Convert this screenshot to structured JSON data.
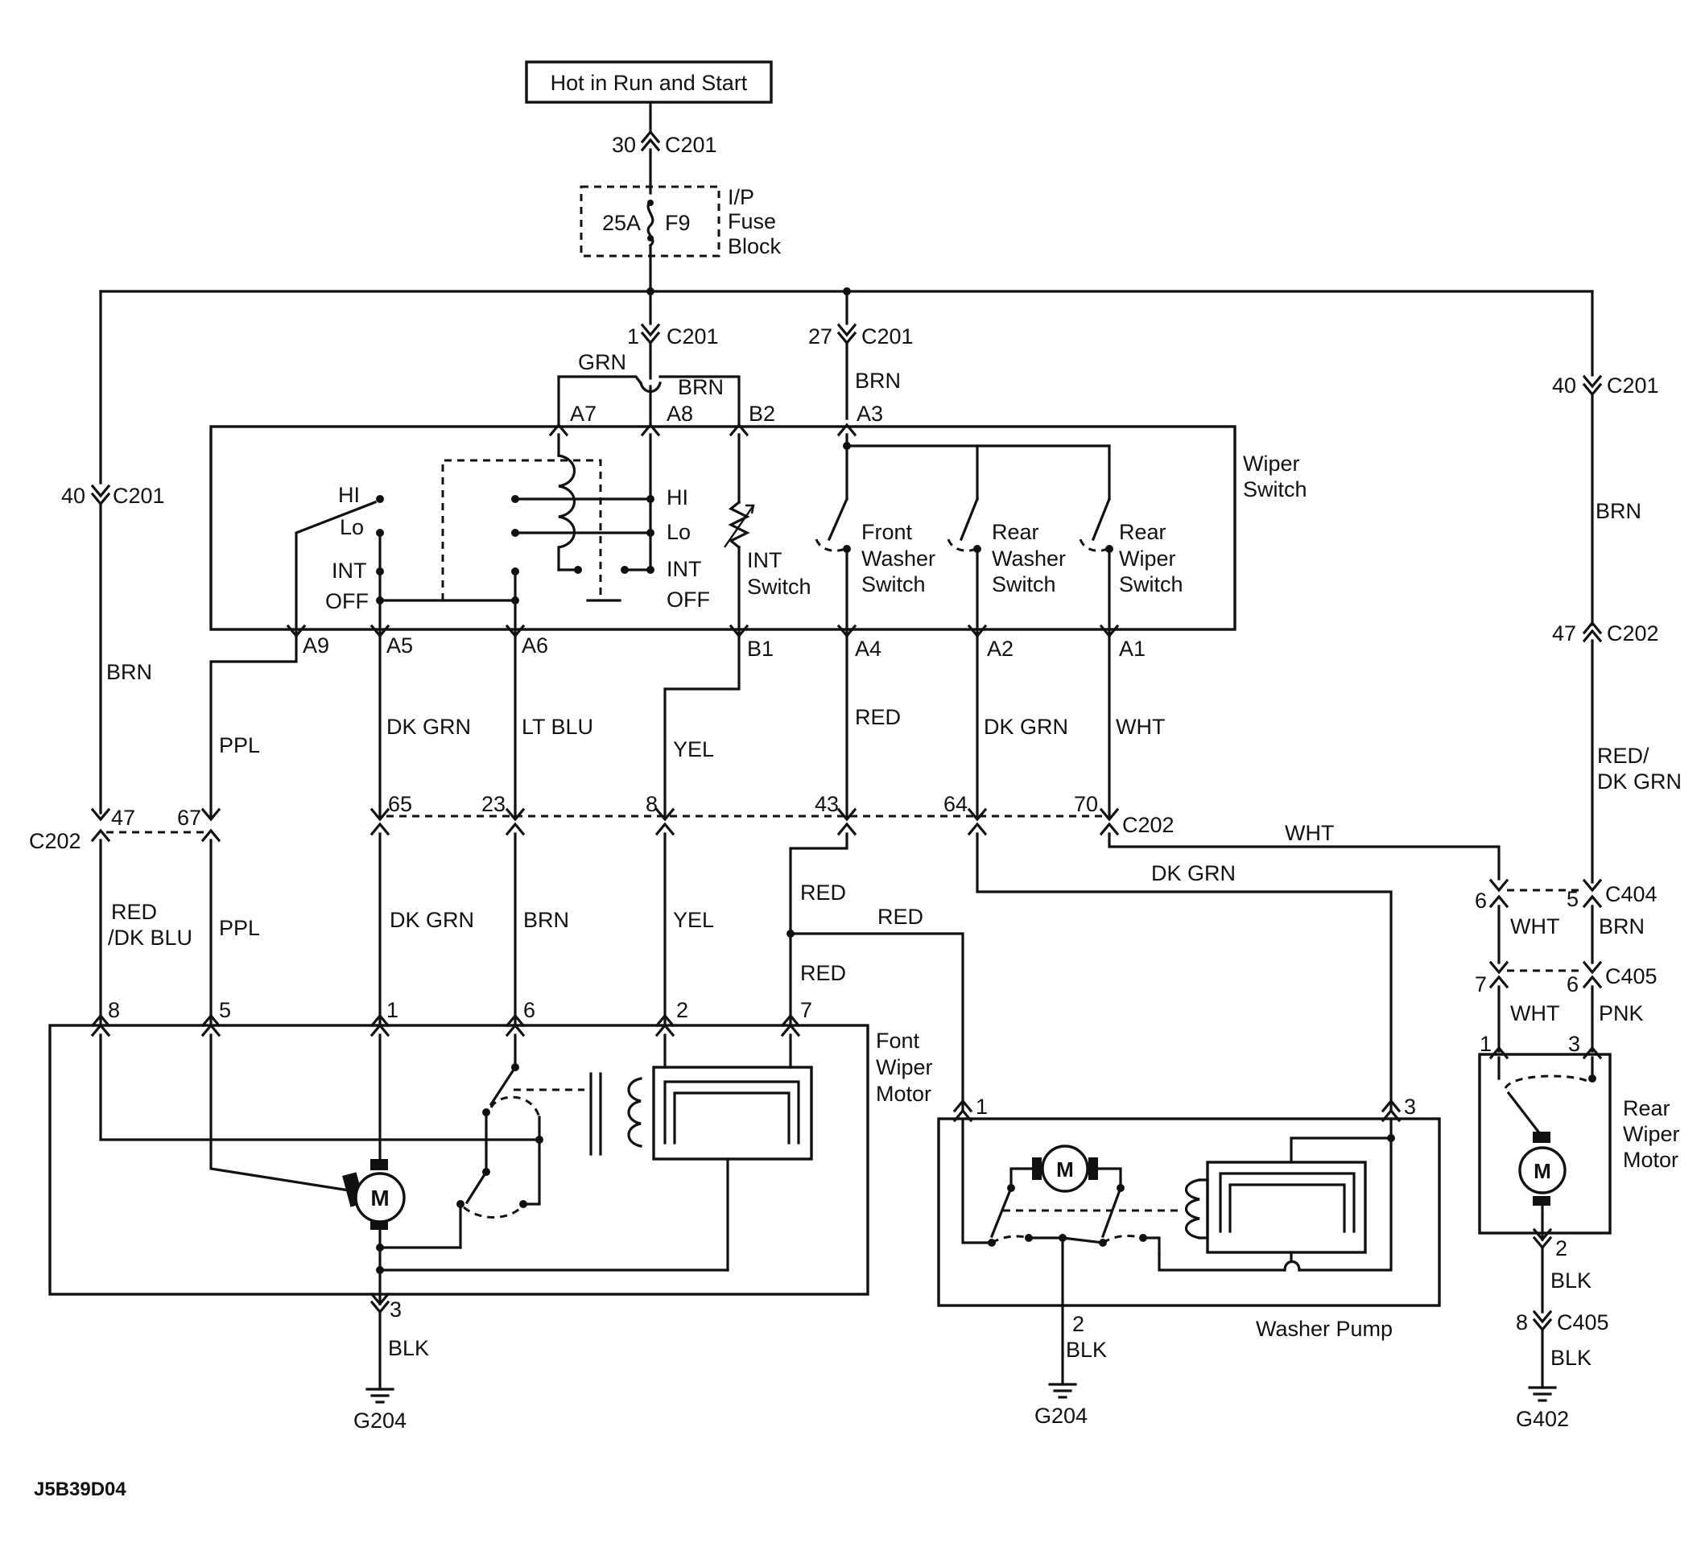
{
  "power_source": "Hot in Run and Start",
  "fuse_block": {
    "rating": "25A",
    "fuse": "F9",
    "label_l1": "I/P",
    "label_l2": "Fuse",
    "label_l3": "Block"
  },
  "connectors": {
    "c201_top": {
      "pin": "30",
      "name": "C201"
    },
    "c201_main": {
      "pin": "1",
      "name": "C201"
    },
    "c201_27": {
      "pin": "27",
      "name": "C201"
    },
    "c201_left": {
      "pin": "40",
      "name": "C201"
    },
    "c201_right": {
      "pin": "40",
      "name": "C201"
    },
    "c202_right": {
      "pin": "47",
      "name": "C202"
    },
    "c202_row": {
      "name": "C202",
      "pins": [
        "47",
        "67",
        "65",
        "23",
        "8",
        "43",
        "64",
        "70"
      ]
    },
    "c202_left_name": "C202",
    "c404": {
      "pins": [
        "6",
        "5"
      ],
      "name": "C404"
    },
    "c405": {
      "pins": [
        "7",
        "6"
      ],
      "name": "C405"
    },
    "c405_bottom": {
      "pin": "8",
      "name": "C405"
    }
  },
  "wiper_switch": {
    "title_l1": "Wiper",
    "title_l2": "Switch",
    "top_pins": [
      "A7",
      "A8",
      "B2",
      "A3"
    ],
    "bottom_pins": [
      "A9",
      "A5",
      "A6",
      "B1",
      "A4",
      "A2",
      "A1"
    ],
    "positions_left": [
      "HI",
      "Lo",
      "INT",
      "OFF"
    ],
    "positions_right": [
      "HI",
      "Lo",
      "INT",
      "OFF"
    ],
    "int_switch": [
      "INT",
      "Switch"
    ],
    "front_washer": [
      "Front",
      "Washer",
      "Switch"
    ],
    "rear_washer": [
      "Rear",
      "Washer",
      "Switch"
    ],
    "rear_wiper": [
      "Rear",
      "Wiper",
      "Switch"
    ]
  },
  "wire_colors": {
    "grn_top": "GRN",
    "brn_top": "BRN",
    "brn_a3": "BRN",
    "brn_left": "BRN",
    "brn_right": "BRN",
    "ppl_upper": "PPL",
    "dkgrn_upper": "DK GRN",
    "ltblu_upper": "LT BLU",
    "yel_upper": "YEL",
    "red_upper": "RED",
    "dkgrn2_upper": "DK GRN",
    "wht_upper": "WHT",
    "red_dkgrn": [
      "RED/",
      "DK GRN"
    ],
    "wht_cross": "WHT",
    "dkgrn_cross": "DK GRN",
    "red_dkblu": [
      "RED",
      "/DK BLU"
    ],
    "ppl_lower": "PPL",
    "dkgrn_lower": "DK GRN",
    "brn_lower": "BRN",
    "yel_lower": "YEL",
    "red_lower1": "RED",
    "red_branch": "RED",
    "red_lower2": "RED",
    "wht_c404": "WHT",
    "brn_c404": "BRN",
    "wht_c405": "WHT",
    "pnk_c405": "PNK",
    "blk_front": "BLK",
    "blk_pump": "BLK",
    "blk_rear1": "BLK",
    "blk_rear2": "BLK"
  },
  "front_wiper_motor": {
    "title_l1": "Font",
    "title_l2": "Wiper",
    "title_l3": "Motor",
    "pins": [
      "8",
      "5",
      "1",
      "6",
      "2",
      "7"
    ],
    "ground_pin": "3",
    "motor": "M"
  },
  "washer_pump": {
    "title": "Washer  Pump",
    "pins": [
      "1",
      "3"
    ],
    "ground_pin": "2",
    "motor": "M"
  },
  "rear_wiper_motor": {
    "title_l1": "Rear",
    "title_l2": "Wiper",
    "title_l3": "Motor",
    "pins": [
      "1",
      "3"
    ],
    "ground_pin": "2",
    "motor": "M"
  },
  "grounds": [
    "G204",
    "G204",
    "G402"
  ],
  "figure_id": "J5B39D04"
}
